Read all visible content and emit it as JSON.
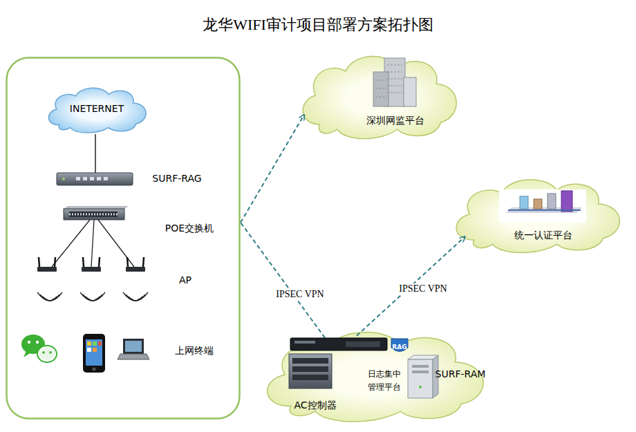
{
  "diagram": {
    "title": "龙华WIFI审计项目部署方案拓扑图",
    "nodes": [
      {
        "text": [
          "SURF-RAG",
          "POE交换机",
          "AP",
          "上网终端"
        ]
      },
      {
        "text": [
          "INETERNET"
        ],
        "in": 0
      },
      {
        "text": [
          "深圳网监平台"
        ]
      },
      {
        "text": [
          "统一认证平台"
        ]
      },
      {
        "text": [
          "AC控制器",
          "日志集中 管理平台",
          "SURF-RAM"
        ]
      }
    ],
    "edges": [
      {
        "from": 0,
        "to": 2,
        "arrow": "to"
      },
      {
        "from": 4,
        "to": 0,
        "arrow": "none",
        "label": "IPSEC VPN"
      },
      {
        "from": 4,
        "to": 3,
        "arrow": "to",
        "label": "IPSEC VPN"
      }
    ],
    "labels": [
      "RAG"
    ]
  }
}
